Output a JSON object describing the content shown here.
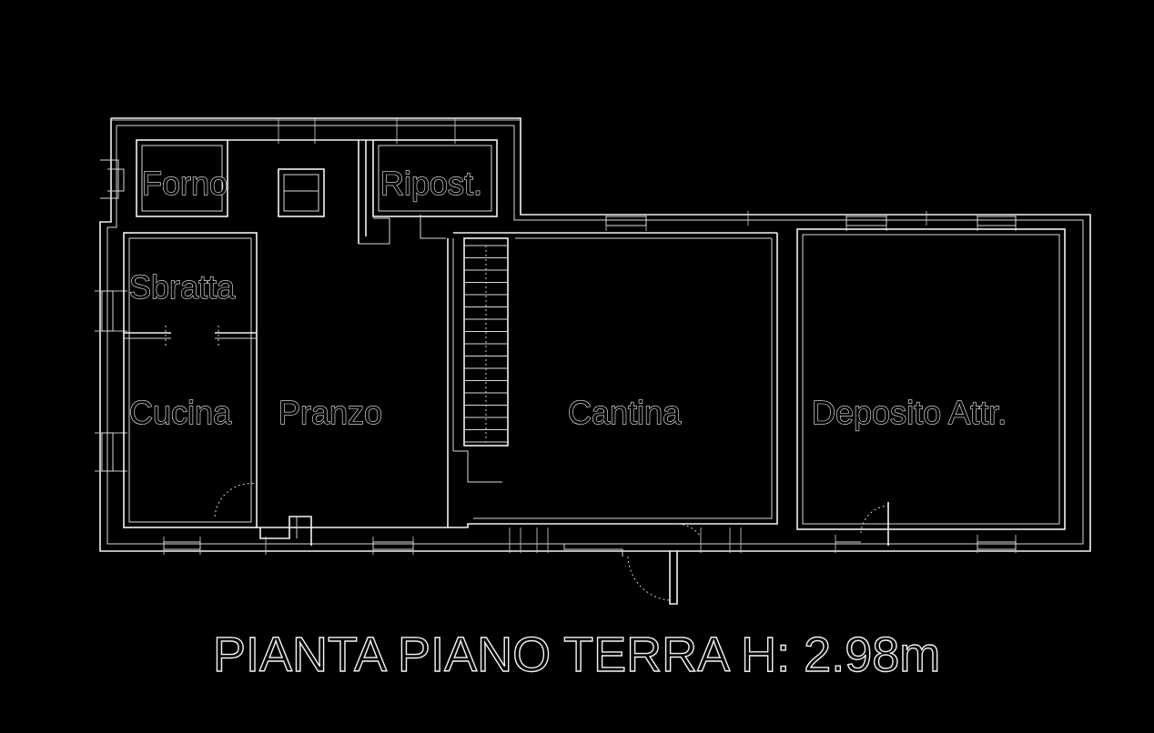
{
  "rooms": {
    "forno": "Forno",
    "ripost": "Ripost.",
    "sbratta": "Sbratta",
    "cucina": "Cucina",
    "pranzo": "Pranzo",
    "cantina": "Cantina",
    "deposito": "Deposito Attr."
  },
  "caption": "PIANTA PIANO TERRA H: 2.98m",
  "colors": {
    "background": "#000000",
    "linework": "#f2f2f2"
  }
}
